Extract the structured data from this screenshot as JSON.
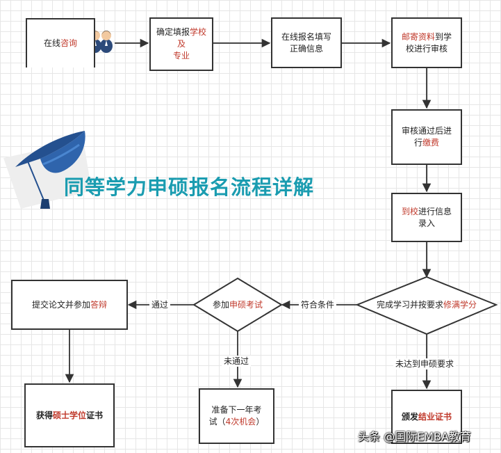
{
  "title": "同等学力申硕报名流程详解",
  "watermark": "头条 @国际EMBA教育",
  "nodes": {
    "consult": {
      "a": "在线",
      "b": "咨询"
    },
    "confirm": {
      "a": "确定填报",
      "b": "学校及",
      "c": "专业"
    },
    "register": {
      "a": "在线报名填写",
      "b": "正确信息"
    },
    "mail": {
      "a": "邮寄资料",
      "b": "到学",
      "c": "校进行审核"
    },
    "pay": {
      "a": "审核通过后进",
      "b": "行",
      "c": "缴费"
    },
    "arrive": {
      "a": "到校",
      "b": "进行信息",
      "c": "录入"
    },
    "credits": {
      "a": "完成学习并按要求",
      "b": "修满学分"
    },
    "exam": {
      "a": "参加",
      "b": "申硕考试"
    },
    "thesis": {
      "a": "提交论文并参加",
      "b": "答辩"
    },
    "degree": {
      "a": "获得",
      "b": "硕士学位",
      "c": "证书"
    },
    "retry": {
      "a": "准备下一年考",
      "b": "试（",
      "c": "4次机会",
      "d": "）"
    },
    "completion": {
      "a": "颁发",
      "b": "结业证书"
    }
  },
  "edge_labels": {
    "qualified": "符合条件",
    "passed": "通过",
    "failed": "未通过",
    "not_met": "未达到申硕要求"
  }
}
